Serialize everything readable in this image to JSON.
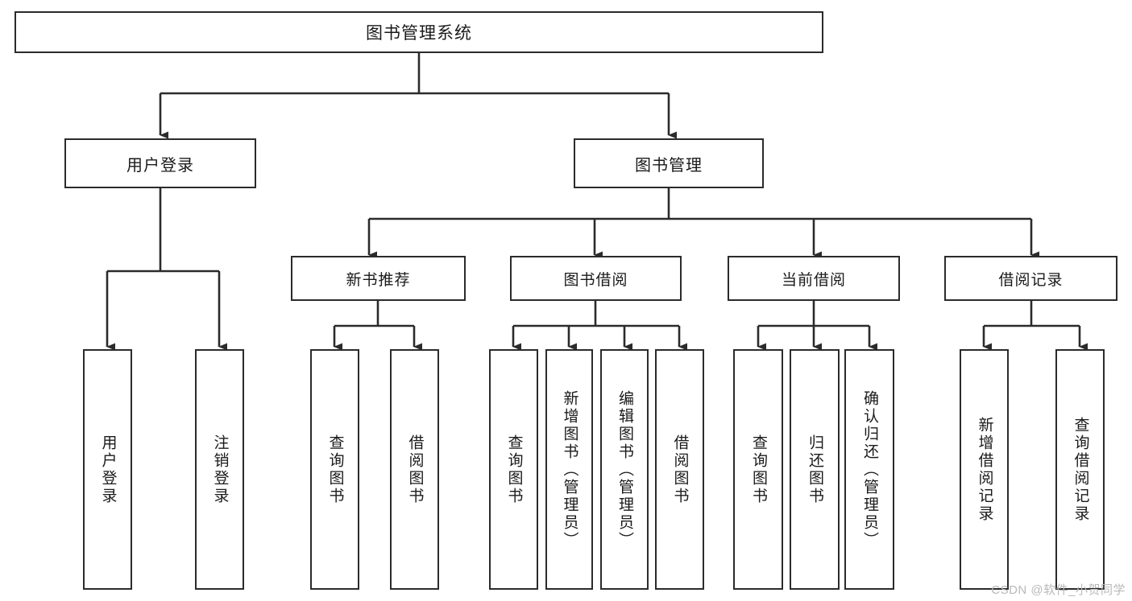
{
  "diagram": {
    "title": "图书管理系统",
    "watermark": "CSDN @软件_小贺同学",
    "colors": {
      "box_border": "#2b2b2b",
      "edge": "#2b2b2b",
      "background": "#ffffff",
      "text": "#1a1a1a",
      "watermark": "#b9b9b9"
    },
    "root": {
      "label": "图书管理系统"
    },
    "level1": [
      {
        "label": "用户登录"
      },
      {
        "label": "图书管理"
      }
    ],
    "level2": [
      {
        "label": "新书推荐"
      },
      {
        "label": "图书借阅"
      },
      {
        "label": "当前借阅"
      },
      {
        "label": "借阅记录"
      }
    ],
    "leaves": {
      "user_login": [
        {
          "label": "用户登录"
        },
        {
          "label": "注销登录"
        }
      ],
      "new_book_recommend": [
        {
          "label": "查询图书"
        },
        {
          "label": "借阅图书"
        }
      ],
      "book_borrow": [
        {
          "label": "查询图书"
        },
        {
          "label": "新增图书（管理员）"
        },
        {
          "label": "编辑图书（管理员）"
        },
        {
          "label": "借阅图书"
        }
      ],
      "current_borrow": [
        {
          "label": "查询图书"
        },
        {
          "label": "归还图书"
        },
        {
          "label": "确认归还（管理员）"
        }
      ],
      "borrow_record": [
        {
          "label": "新增借阅记录"
        },
        {
          "label": "查询借阅记录"
        }
      ]
    }
  }
}
